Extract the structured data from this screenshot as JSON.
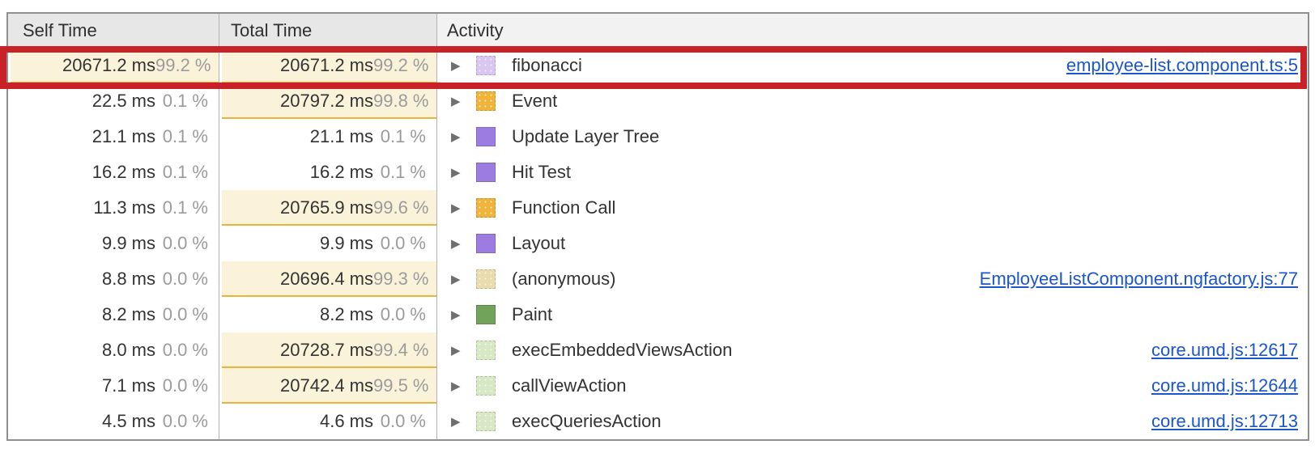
{
  "table": {
    "columns": [
      {
        "label": "Self Time"
      },
      {
        "label": "Total Time"
      },
      {
        "label": "Activity"
      }
    ],
    "rows": [
      {
        "annotated": true,
        "self": {
          "time": "20671.2 ms",
          "pct": "99.2 %",
          "hl": true
        },
        "total": {
          "time": "20671.2 ms",
          "pct": "99.2 %",
          "hl": true
        },
        "activity": {
          "label": "fibonacci",
          "color": "#d8c7ee",
          "dotted": true,
          "link": "employee-list.component.ts:5"
        }
      },
      {
        "annotated": false,
        "self": {
          "time": "22.5 ms",
          "pct": "0.1 %",
          "hl": false
        },
        "total": {
          "time": "20797.2 ms",
          "pct": "99.8 %",
          "hl": true
        },
        "activity": {
          "label": "Event",
          "color": "#eeb43c",
          "dotted": true,
          "link": null
        }
      },
      {
        "annotated": false,
        "self": {
          "time": "21.1 ms",
          "pct": "0.1 %",
          "hl": false
        },
        "total": {
          "time": "21.1 ms",
          "pct": "0.1 %",
          "hl": false
        },
        "activity": {
          "label": "Update Layer Tree",
          "color": "#9d7ce2",
          "dotted": false,
          "link": null
        }
      },
      {
        "annotated": false,
        "self": {
          "time": "16.2 ms",
          "pct": "0.1 %",
          "hl": false
        },
        "total": {
          "time": "16.2 ms",
          "pct": "0.1 %",
          "hl": false
        },
        "activity": {
          "label": "Hit Test",
          "color": "#9d7ce2",
          "dotted": false,
          "link": null
        }
      },
      {
        "annotated": false,
        "self": {
          "time": "11.3 ms",
          "pct": "0.1 %",
          "hl": false
        },
        "total": {
          "time": "20765.9 ms",
          "pct": "99.6 %",
          "hl": true
        },
        "activity": {
          "label": "Function Call",
          "color": "#eeb43c",
          "dotted": true,
          "link": null
        }
      },
      {
        "annotated": false,
        "self": {
          "time": "9.9 ms",
          "pct": "0.0 %",
          "hl": false
        },
        "total": {
          "time": "9.9 ms",
          "pct": "0.0 %",
          "hl": false
        },
        "activity": {
          "label": "Layout",
          "color": "#9d7ce2",
          "dotted": false,
          "link": null
        }
      },
      {
        "annotated": false,
        "self": {
          "time": "8.8 ms",
          "pct": "0.0 %",
          "hl": false
        },
        "total": {
          "time": "20696.4 ms",
          "pct": "99.3 %",
          "hl": true
        },
        "activity": {
          "label": "(anonymous)",
          "color": "#e9dcae",
          "dotted": true,
          "link": "EmployeeListComponent.ngfactory.js:77"
        }
      },
      {
        "annotated": false,
        "self": {
          "time": "8.2 ms",
          "pct": "0.0 %",
          "hl": false
        },
        "total": {
          "time": "8.2 ms",
          "pct": "0.0 %",
          "hl": false
        },
        "activity": {
          "label": "Paint",
          "color": "#71a45a",
          "dotted": false,
          "link": null
        }
      },
      {
        "annotated": false,
        "self": {
          "time": "8.0 ms",
          "pct": "0.0 %",
          "hl": false
        },
        "total": {
          "time": "20728.7 ms",
          "pct": "99.4 %",
          "hl": true
        },
        "activity": {
          "label": "execEmbeddedViewsAction",
          "color": "#d7e8c4",
          "dotted": true,
          "link": "core.umd.js:12617"
        }
      },
      {
        "annotated": false,
        "self": {
          "time": "7.1 ms",
          "pct": "0.0 %",
          "hl": false
        },
        "total": {
          "time": "20742.4 ms",
          "pct": "99.5 %",
          "hl": true
        },
        "activity": {
          "label": "callViewAction",
          "color": "#d7e8c4",
          "dotted": true,
          "link": "core.umd.js:12644"
        }
      },
      {
        "annotated": false,
        "self": {
          "time": "4.5 ms",
          "pct": "0.0 %",
          "hl": false
        },
        "total": {
          "time": "4.6 ms",
          "pct": "0.0 %",
          "hl": false
        },
        "activity": {
          "label": "execQueriesAction",
          "color": "#d7e8c4",
          "dotted": true,
          "link": "core.umd.js:12713"
        }
      }
    ]
  },
  "glyphs": {
    "expander": "▶"
  },
  "annotation": {
    "border_color": "#c92128"
  },
  "colors": {
    "highlight_bg": "#fbf2da",
    "highlight_underline": "#eab33e",
    "link_blue": "#1a56cc"
  }
}
